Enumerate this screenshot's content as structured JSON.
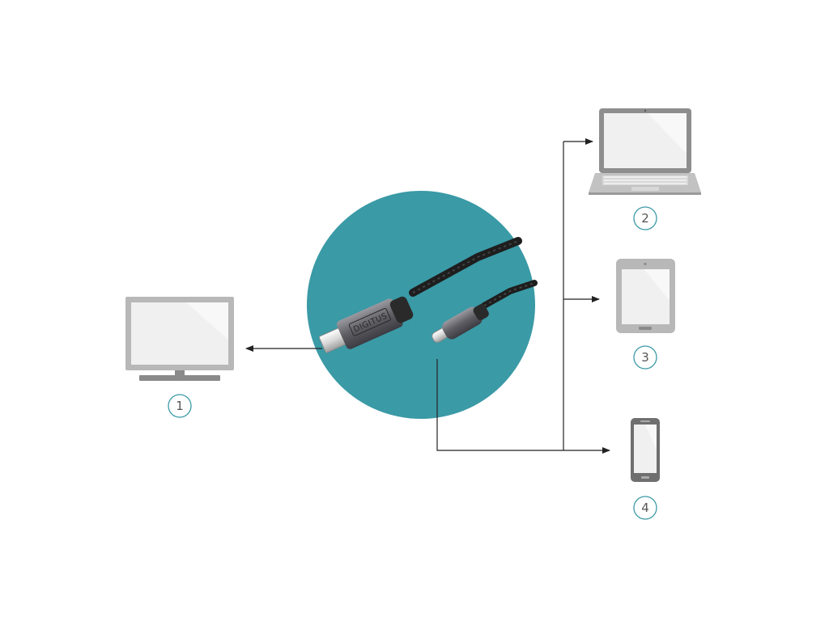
{
  "colors": {
    "teal_circle": "#3a9aa6",
    "device_gray": "#b8b8b8",
    "device_dark": "#6f6f6f",
    "screen_fill": "#f0f0f0",
    "badge_ring": "#3a9aa6",
    "arrow": "#222222"
  },
  "product": {
    "brand_label": "DIGITUS",
    "connector_a": "hdmi-connector",
    "connector_b": "usb-c-connector"
  },
  "devices": [
    {
      "number": "1",
      "icon": "monitor-icon"
    },
    {
      "number": "2",
      "icon": "laptop-icon"
    },
    {
      "number": "3",
      "icon": "tablet-icon"
    },
    {
      "number": "4",
      "icon": "smartphone-icon"
    }
  ]
}
